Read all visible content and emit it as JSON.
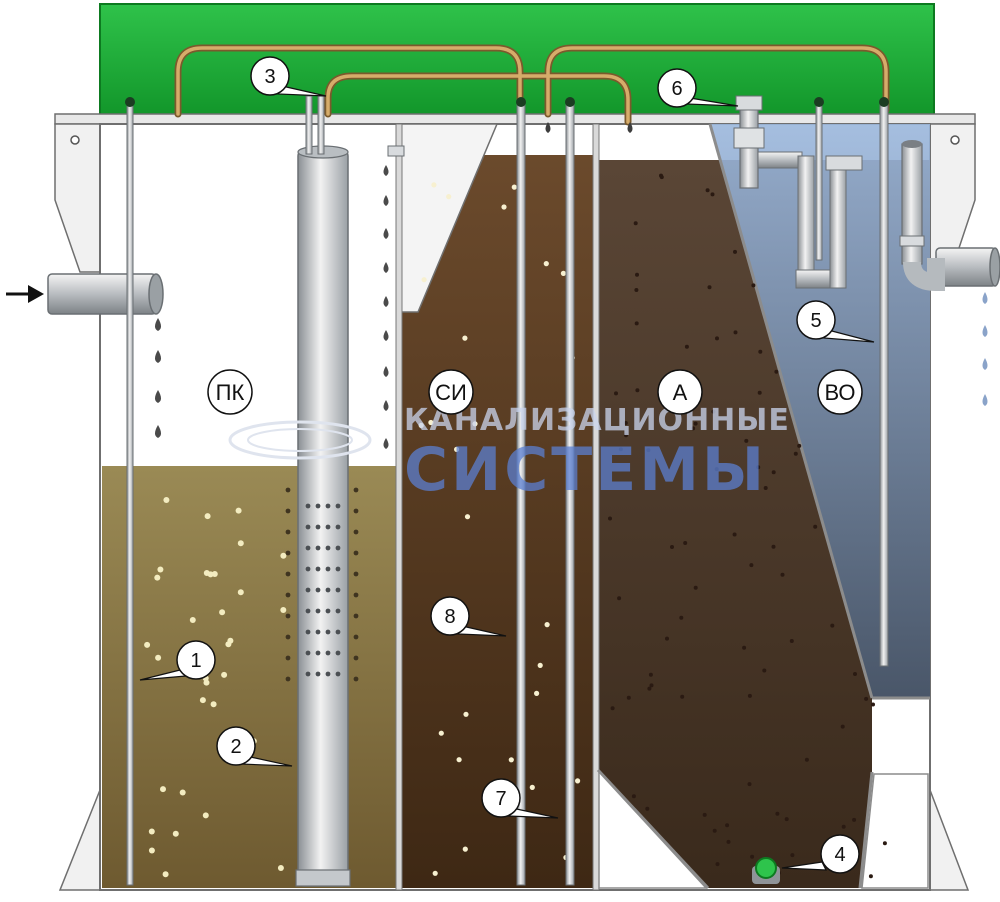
{
  "zones": {
    "pk": "ПК",
    "si": "СИ",
    "a": "А",
    "vo": "ВО"
  },
  "callouts": [
    "1",
    "2",
    "3",
    "4",
    "5",
    "6",
    "7",
    "8"
  ],
  "watermark": {
    "line1": "КАНАЛИЗАЦИОННЫЕ",
    "line2": "СИСТЕМЫ"
  },
  "colors": {
    "lid": "#1fb43a",
    "pk_liquid": "#8a7a4a",
    "si_liquid": "#5a3c24",
    "a_liquid": "#4d3a2c",
    "vo_liquid": "#6d8bb5",
    "air_tube": "#c69a5a",
    "pipe": "#cfd3d6"
  }
}
